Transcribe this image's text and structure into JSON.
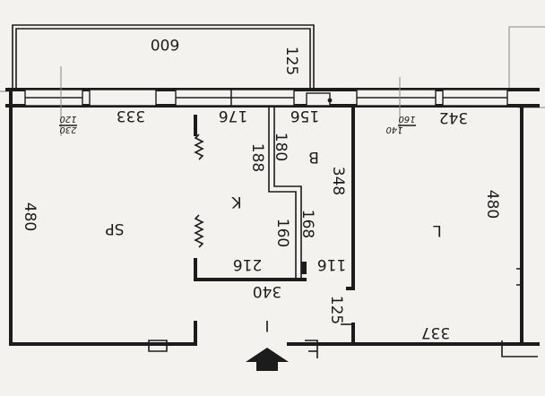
{
  "rooms": {
    "sp": "SP",
    "k": "K",
    "b": "B",
    "l": "L",
    "i": "I"
  },
  "dimensions": {
    "balcony_width": "600",
    "balcony_depth": "125",
    "sp_top": "333",
    "sp_height": "480",
    "k_top": "176",
    "b_top": "156",
    "k_partition_a": "188",
    "k_partition_b": "180",
    "k_partition_c": "160",
    "b_side": "168",
    "b_height": "348",
    "k_bottom": "216",
    "b_bottom": "116",
    "hall_width": "340",
    "hall_depth": "125",
    "l_top": "342",
    "l_height": "480",
    "l_bottom": "337",
    "window_sp_a": "120",
    "window_sp_b": "230",
    "window_l_a": "160",
    "window_l_b": "140"
  },
  "icons": {
    "entrance": "entrance-arrow-icon",
    "sink": "sink-icon"
  },
  "colors": {
    "paper": "#f4f2ee",
    "ink": "#1c1c1c"
  }
}
